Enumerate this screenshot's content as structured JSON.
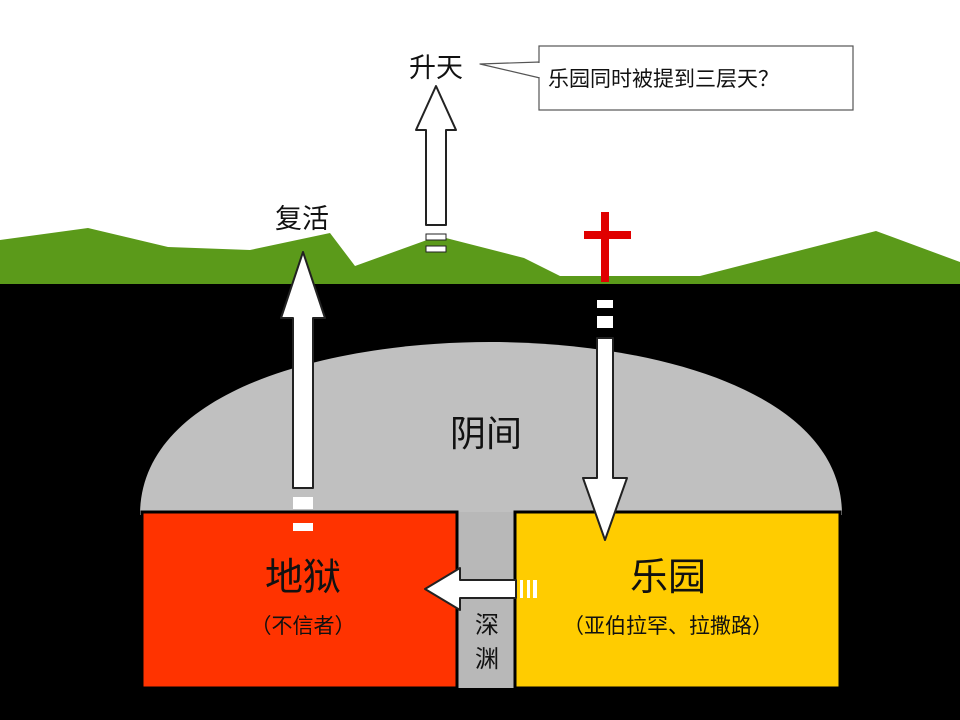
{
  "labels": {
    "ascension": "升天",
    "resurrection": "复活",
    "sheol": "阴间",
    "hell": "地狱",
    "hell_sub": "（不信者）",
    "paradise": "乐园",
    "paradise_sub": "（亚伯拉罕、拉撒路）",
    "abyss_line1": "深",
    "abyss_line2": "渊"
  },
  "callout": {
    "text": "乐园同时被提到三层天？"
  },
  "colors": {
    "sky": "#ffffff",
    "hills": "#5b9a1a",
    "underground": "#000000",
    "sheol": "#c0c0c0",
    "hell": "#ff3300",
    "paradise": "#ffcc00",
    "abyss": "#b8b8b8",
    "cross": "#e00000",
    "arrow_fill": "#ffffff",
    "arrow_stroke": "#222222"
  }
}
